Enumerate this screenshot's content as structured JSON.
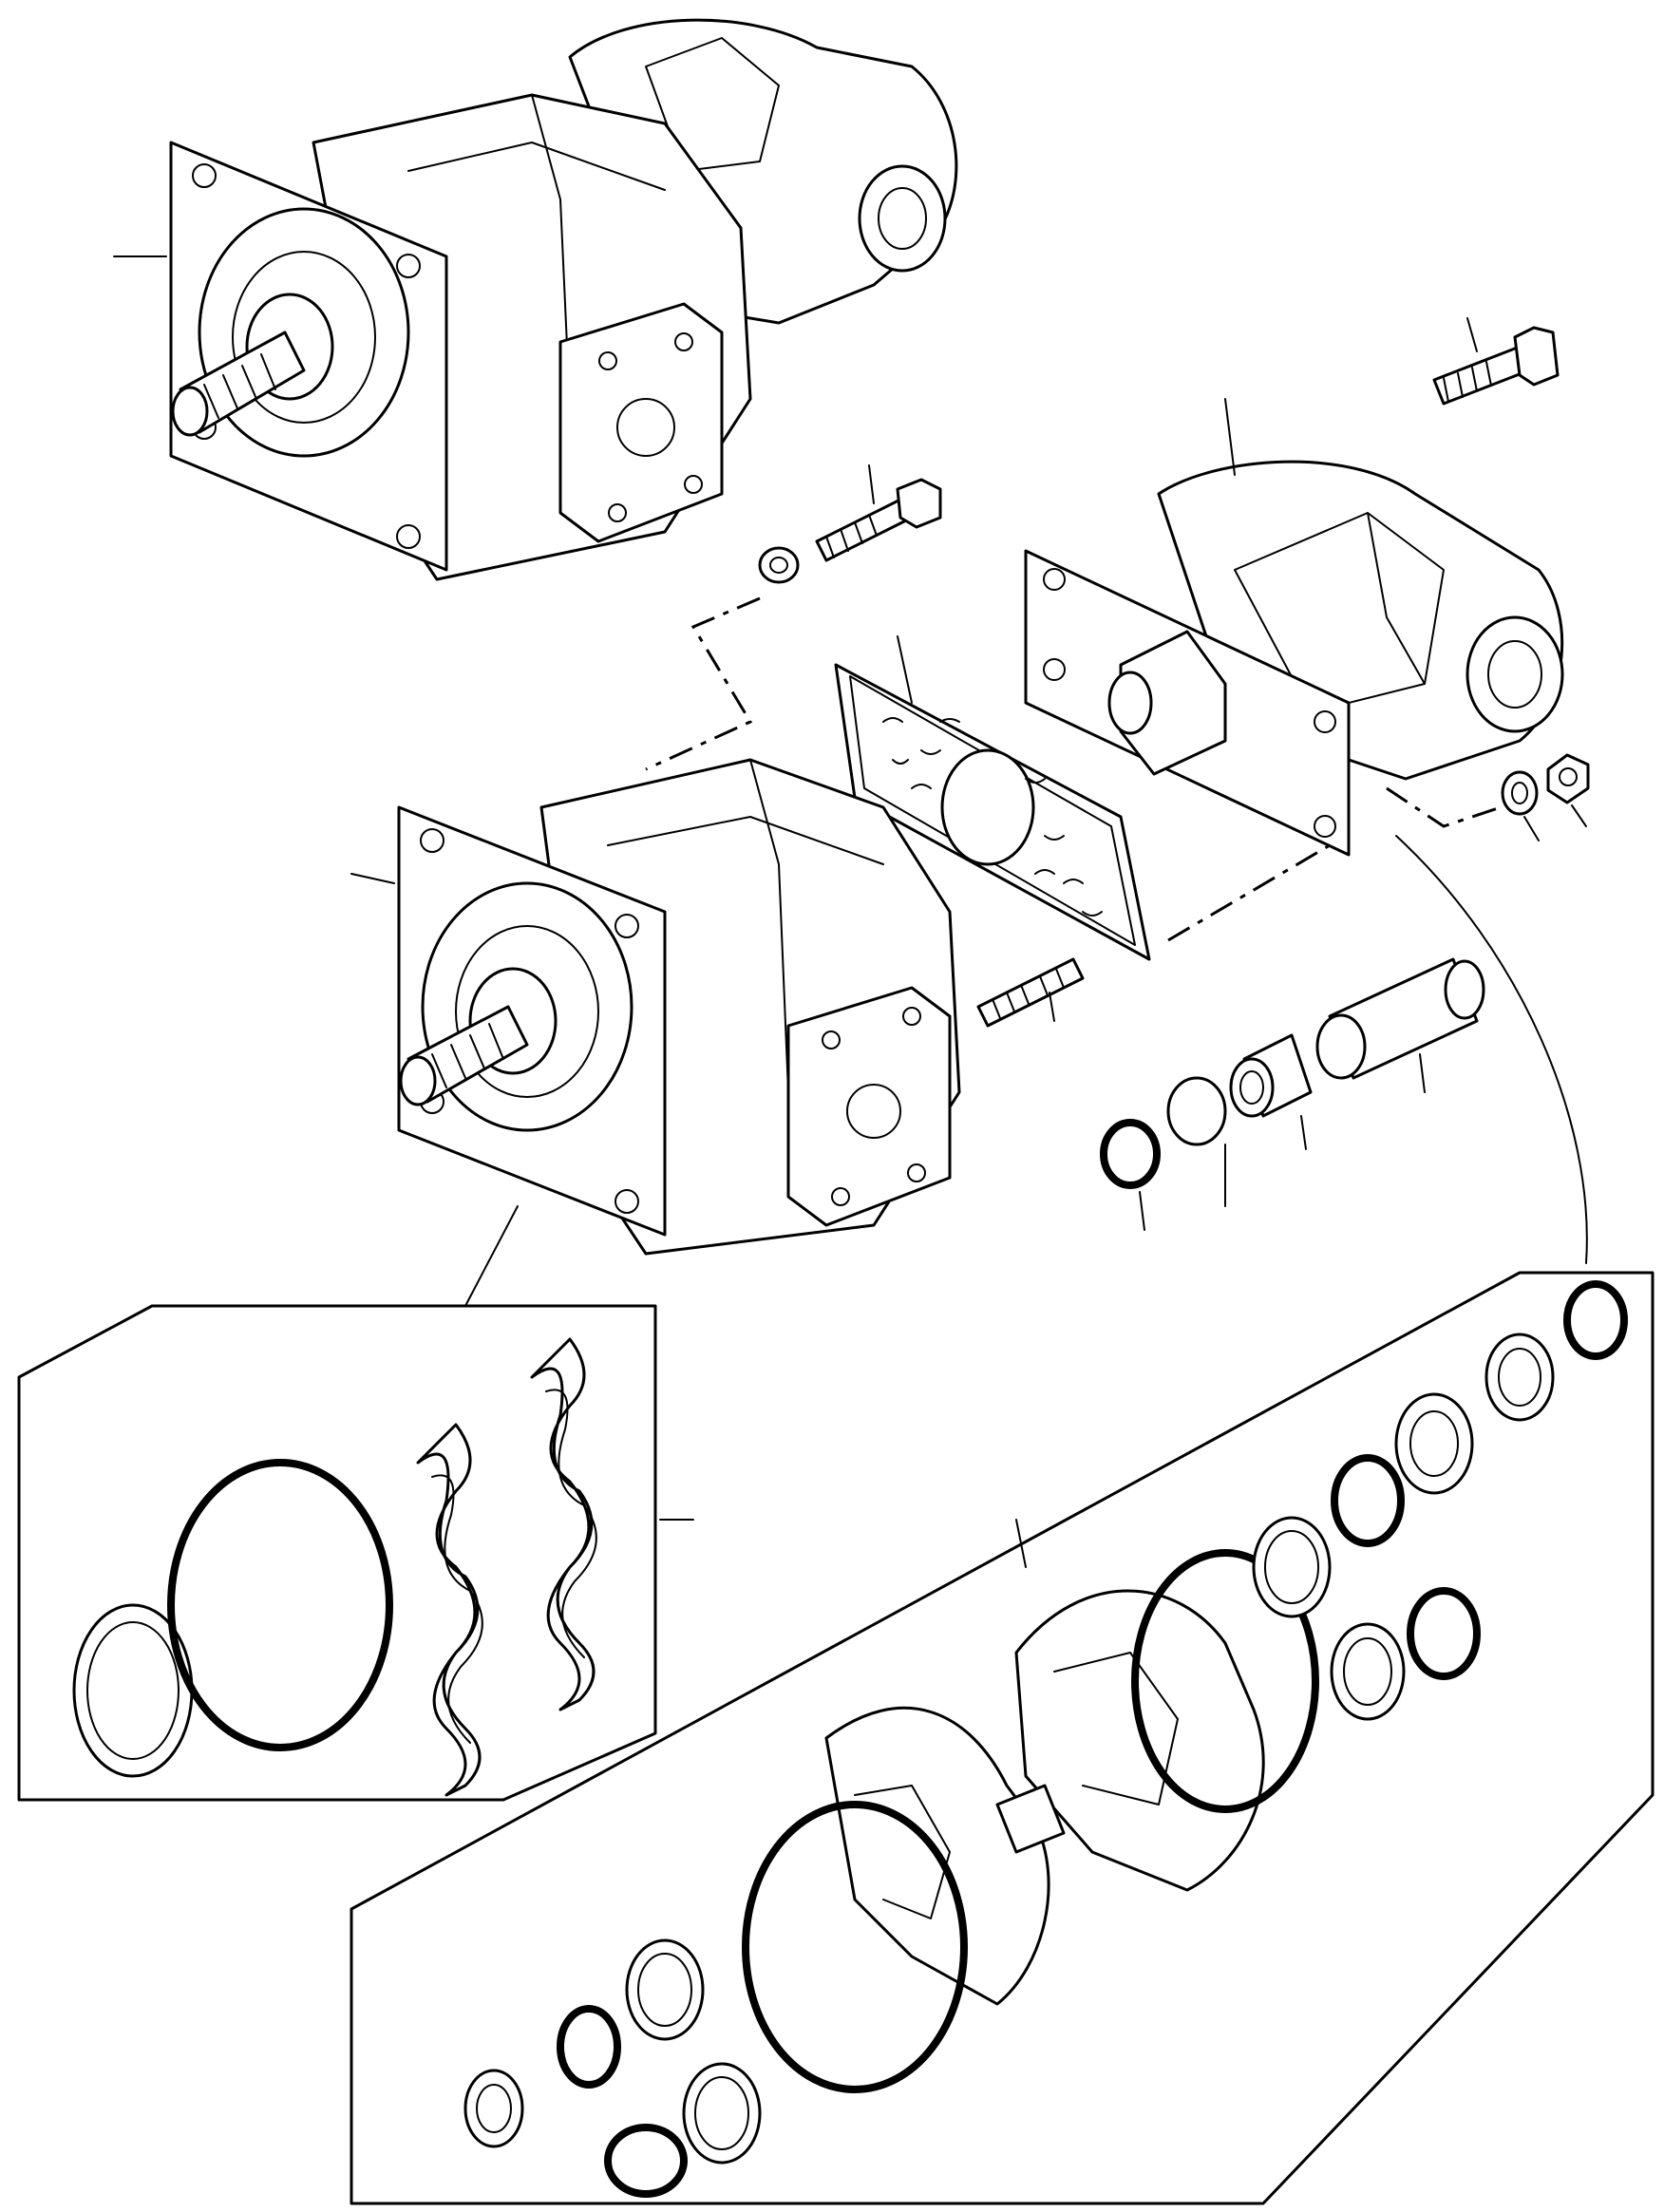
{
  "diagram": {
    "type": "exploded-parts-view",
    "callout_labels": [],
    "colors": {
      "line": "#000000",
      "background": "#ffffff"
    },
    "parts": [
      "assembled-double-pump",
      "pump-front-section",
      "pump-rear-section",
      "gasket",
      "cap-screw",
      "lock-washer",
      "stud",
      "nut",
      "coupling-sleeve",
      "bushing",
      "plug",
      "snap-ring",
      "front-seal-kit",
      "rear-seal-kit"
    ]
  }
}
